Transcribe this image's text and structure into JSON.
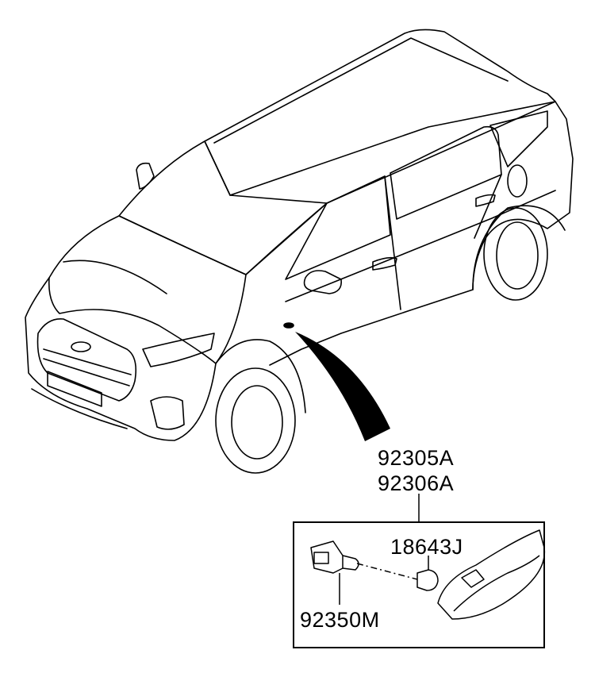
{
  "diagram": {
    "part_numbers": {
      "side_repeater_lamp_a": "92305A",
      "side_repeater_lamp_b": "92306A",
      "bulb": "18643J",
      "socket": "92350M"
    },
    "line_color": "#000000",
    "background": "#ffffff"
  }
}
